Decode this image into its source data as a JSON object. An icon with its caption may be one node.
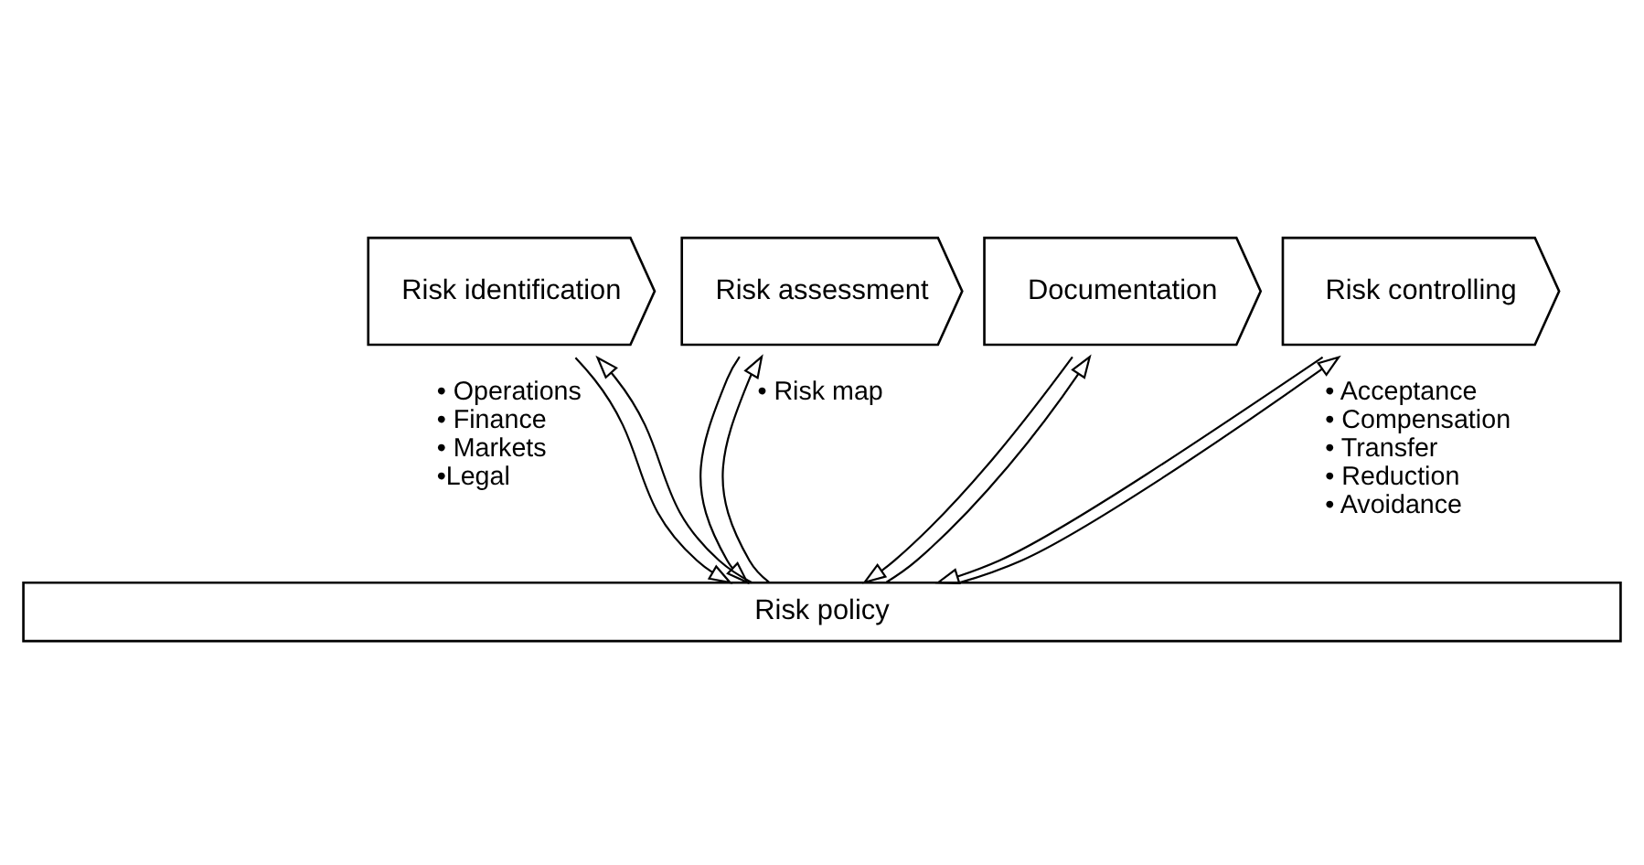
{
  "diagram": {
    "nodes": [
      {
        "text": [
          "Risk identification"
        ],
        "beside": [
          "• Operations",
          "• Finance",
          "• Markets",
          "•Legal"
        ]
      },
      {
        "text": [
          "Risk assessment"
        ],
        "beside": [
          "• Risk map"
        ]
      },
      {
        "text": [
          "Documentation"
        ]
      },
      {
        "text": [
          "Risk controlling"
        ],
        "beside": [
          "• Acceptance",
          "• Compensation",
          "• Transfer",
          "• Reduction",
          "• Avoidance"
        ]
      },
      {
        "text": [
          "Risk policy"
        ]
      }
    ],
    "edges": [
      {
        "from": 4,
        "to": 0,
        "arrow": "to"
      },
      {
        "from": 0,
        "to": 4,
        "arrow": "to"
      },
      {
        "from": 4,
        "to": 1,
        "arrow": "to"
      },
      {
        "from": 1,
        "to": 4,
        "arrow": "to"
      },
      {
        "from": 4,
        "to": 2,
        "arrow": "to"
      },
      {
        "from": 2,
        "to": 4,
        "arrow": "to"
      },
      {
        "from": 4,
        "to": 3,
        "arrow": "to"
      },
      {
        "from": 3,
        "to": 4,
        "arrow": "to"
      }
    ]
  }
}
